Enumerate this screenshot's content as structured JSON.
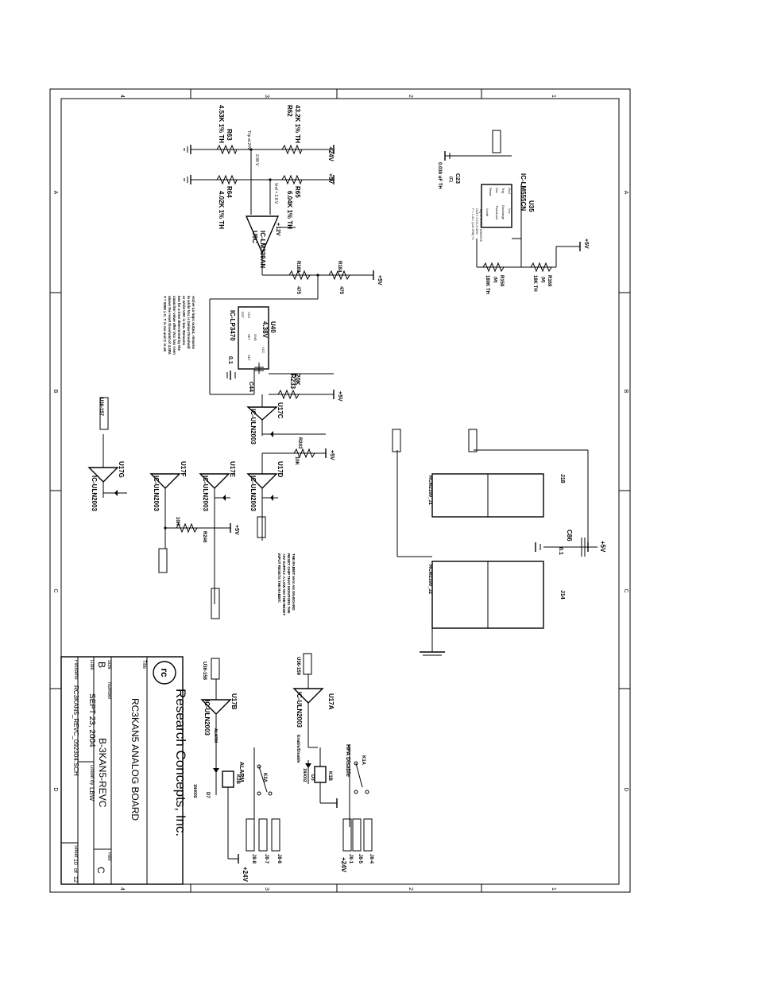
{
  "border": {
    "col_labels": [
      "4",
      "3",
      "2",
      "1"
    ],
    "row_labels": [
      "A",
      "B",
      "C",
      "D"
    ]
  },
  "title_block": {
    "company": "Research Concepts, Inc.",
    "title_label": "Title",
    "title": "RC3KAN5 ANALOG BOARD",
    "size_label": "Size",
    "size": "B",
    "number_label": "Number",
    "number": "B-3KAN5-REVC",
    "rev_label": "Rev",
    "rev": "C",
    "date_label": "Date",
    "date": "SEPT 23, 2004",
    "drawn_label": "Drawn by",
    "drawn": "LBW",
    "filename_label": "Filename",
    "filename": "RC3KAN5_REVC_092304.SCH",
    "sheet_label": "Sheet",
    "sheet": "10",
    "of_label": "of",
    "sheets": "12"
  },
  "components": {
    "r62": {
      "ref": "R62",
      "value": "43.2K 1% TH"
    },
    "r63": {
      "ref": "R63",
      "value": "4.53K 1% TH"
    },
    "r64": {
      "ref": "R64",
      "value": "4.02K 1% TH"
    },
    "r65": {
      "ref": "R65",
      "value": "6.04K 1% TH"
    },
    "r189": {
      "ref": "R189",
      "value": "475"
    },
    "r184": {
      "ref": "R184",
      "value": "475"
    },
    "r233": {
      "ref": "R233",
      "value": "20K"
    },
    "r243": {
      "ref": "R243",
      "value": "10K"
    },
    "r246": {
      "ref": "R246",
      "value": "10K"
    },
    "r158": {
      "ref": "R158",
      "value": "180K TH",
      "note": "(M)"
    },
    "r169": {
      "ref": "R169",
      "value": "18K TH",
      "note": "(M)"
    },
    "u9c": {
      "ref": "U9C",
      "part": "IC-LM339AN"
    },
    "u40": {
      "ref": "U40",
      "part": "IC-LP3470",
      "voltage": "4.38V",
      "pins": [
        "VCC",
        "VCC",
        "GND",
        "SET",
        "SET",
        "RST"
      ]
    },
    "u35": {
      "ref": "U35",
      "part": "IC-LM555CN",
      "pins": [
        "Gnd",
        "Trig",
        "Out",
        "Reset",
        "Vcc",
        "Discharge",
        "Threshold",
        "Vcntrl"
      ]
    },
    "c44": {
      "ref": "C44",
      "value": "0.1"
    },
    "c23": {
      "ref": "C23",
      "value": "0.039 uF TH",
      "note": "(C)"
    },
    "c86": {
      "ref": "C86",
      "value": "0.1"
    },
    "u17a": {
      "ref": "U17A",
      "part": "IC-ULN2003"
    },
    "u17b": {
      "ref": "U17B",
      "part": "IC-ULN2003"
    },
    "u17c": {
      "ref": "U17C",
      "part": "IC-ULN2003"
    },
    "u17d": {
      "ref": "U17D",
      "part": "IC-ULN2003"
    },
    "u17e": {
      "ref": "U17E",
      "part": "IC-ULN2003"
    },
    "u17f": {
      "ref": "U17F",
      "part": "IC-ULN2003"
    },
    "u17g": {
      "ref": "U17G",
      "part": "IC-ULN2003"
    },
    "j18": {
      "ref": "J18",
      "part": "RCM2100_J1"
    },
    "j14": {
      "ref": "J14",
      "part": "RCM2100_J2"
    },
    "k1a": {
      "ref": "K1A"
    },
    "k1b": {
      "ref": "K1B"
    },
    "k2a": {
      "ref": "K2A"
    },
    "k2b": {
      "ref": "K2B"
    },
    "d3": {
      "ref": "D3",
      "value": "1N4002"
    },
    "d7": {
      "ref": "D7",
      "value": "1N4002"
    }
  },
  "nets": {
    "p24v": "+24V",
    "p5v": "+5V",
    "p12v": "+12V",
    "trip": "Trip at 24V",
    "v286": "2.86 V",
    "vref": "Vref = 2.8 V",
    "u36_157": "U36-157",
    "u36_158": "U36-158",
    "u36_159": "U36-159",
    "hpa_disable": "HPA Disable",
    "alarm": "ALARM",
    "enable": "Enable/Disable",
    "j8_4": "J8-4",
    "j8_5": "J8-5",
    "j8_1": "J8-1",
    "j8_6": "J8-6",
    "j8_7": "J8-7",
    "j8_8": "J8-8"
  },
  "notes": {
    "lp3470": [
      "Active Lo logic output, remains",
      "lo while Vcc is below threshold",
      "or while U9C is low. Remains",
      "low for a time determined by the",
      "capacitor value after Vcc has risen",
      "above the reset threshold of 4.38V.",
      "T = 2000 x C. T in ms and C in uF."
    ],
    "watchdog": [
      "THE RABBIT HAS AN ON-BOARD",
      "RESET CHIP THAT MONITORS THE",
      "+5V SUPPLY. A LOW ON THE RESET",
      "INPUT RESETS THE RABBIT."
    ],
    "lm555": [
      "Trig to CLOCK SOURCE",
      "DUTY CYCLE 50%",
      "F = 1.44 / (CA+2RB) *C"
    ]
  }
}
